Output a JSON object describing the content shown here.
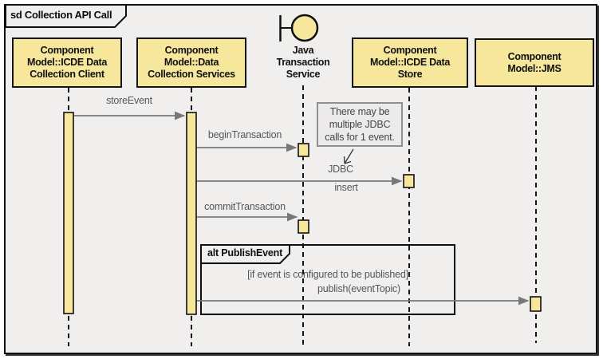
{
  "frame": {
    "title": "sd Collection API Call"
  },
  "lifelines": [
    {
      "id": "icde-data-collection-client",
      "lines": [
        "Component",
        "Model::ICDE Data",
        "Collection Client"
      ]
    },
    {
      "id": "data-collection-services",
      "lines": [
        "Component",
        "Model::Data",
        "Collection Services"
      ]
    },
    {
      "id": "java-transaction-service",
      "icon": "boundary-icon",
      "lines": [
        "Java",
        "Transaction",
        "Service"
      ]
    },
    {
      "id": "icde-data-store",
      "lines": [
        "Component",
        "Model::ICDE Data",
        "Store"
      ]
    },
    {
      "id": "jms",
      "lines": [
        "Component",
        "Model::JMS"
      ]
    }
  ],
  "messages": [
    {
      "label": "storeEvent",
      "from": "icde-data-collection-client",
      "to": "data-collection-services"
    },
    {
      "label": "beginTransaction",
      "from": "data-collection-services",
      "to": "java-transaction-service"
    },
    {
      "label": "JDBC",
      "sublabel": "insert",
      "from": "data-collection-services",
      "to": "icde-data-store"
    },
    {
      "label": "commitTransaction",
      "from": "data-collection-services",
      "to": "java-transaction-service"
    },
    {
      "label": "publish(eventTopic)",
      "from": "data-collection-services",
      "to": "jms"
    }
  ],
  "note": {
    "lines": [
      "There may be",
      "multiple JDBC",
      "calls for 1 event."
    ]
  },
  "alt": {
    "operator": "alt PublishEvent",
    "guard": "[if event is configured to be published]"
  },
  "colors": {
    "lifeline_head_fill": "#f6e79c",
    "activation_fill": "#f6e79c",
    "frame_background": "#f0efee",
    "arrow": "#787878",
    "message_label": "#565656",
    "note_background": "#ecebe9",
    "border": "#101010"
  }
}
